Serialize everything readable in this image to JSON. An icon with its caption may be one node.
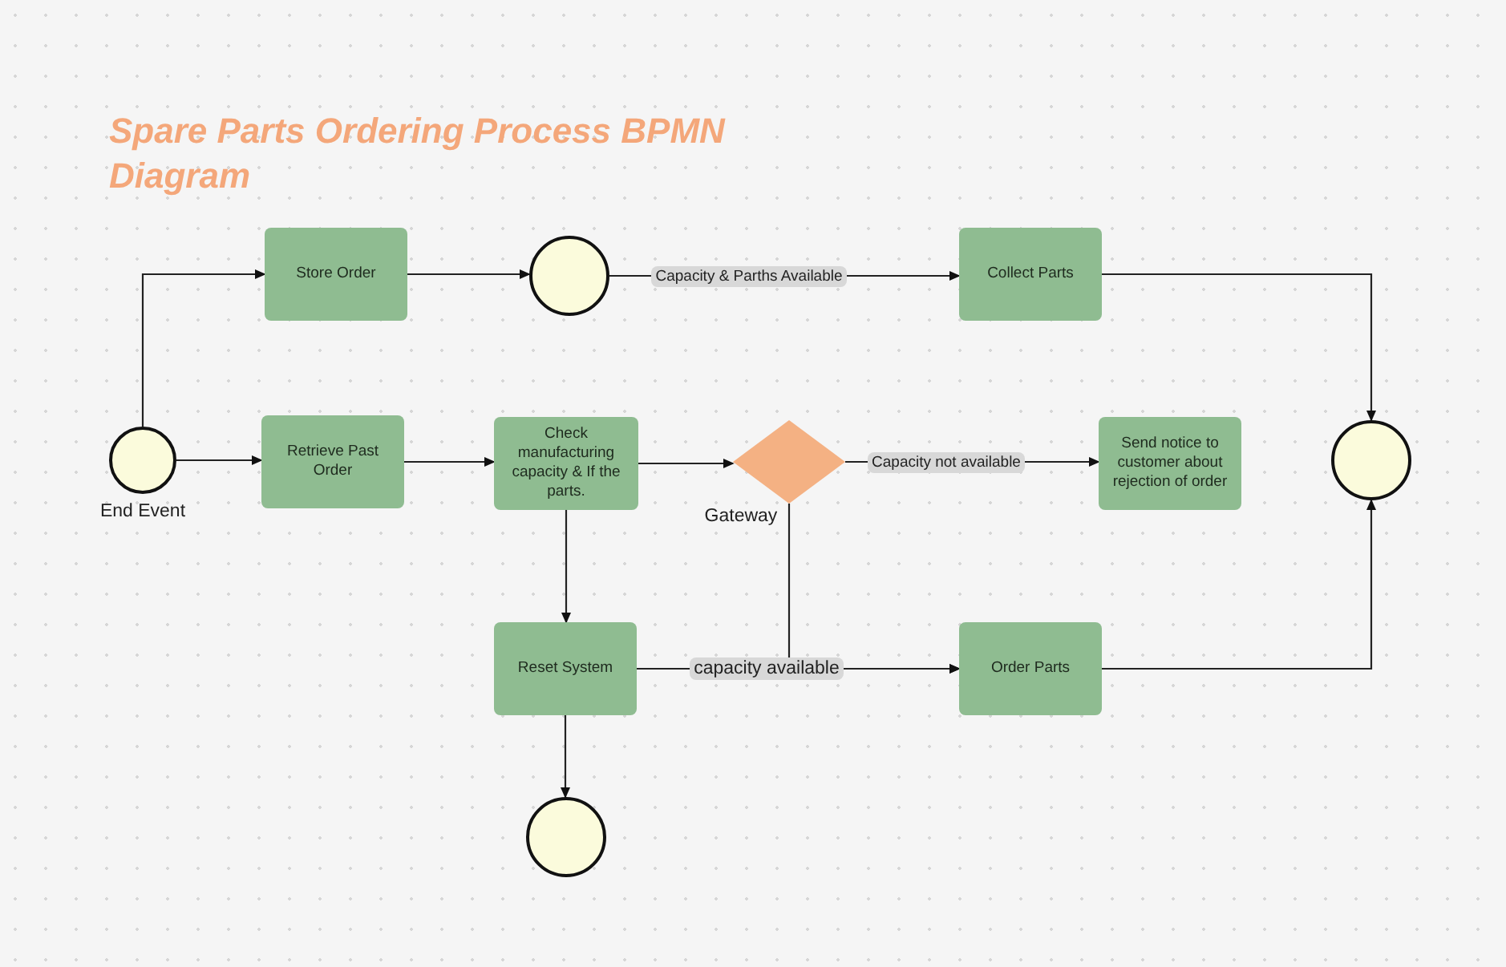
{
  "diagram": {
    "title": "Spare Parts Ordering Process BPMN Diagram",
    "nodes": [
      {
        "text": [],
        "shape": "circle",
        "beside": [
          "End Event"
        ]
      },
      {
        "text": [
          "Store Order"
        ]
      },
      {
        "text": [],
        "shape": "circle"
      },
      {
        "text": [
          "Collect Parts"
        ]
      },
      {
        "text": [
          "Retrieve Past Order"
        ]
      },
      {
        "text": [
          "Check manufacturing capacity & If the parts."
        ]
      },
      {
        "text": [],
        "shape": "diamond",
        "beside": [
          "Gateway"
        ]
      },
      {
        "text": [
          "Send notice to customer about rejection of order"
        ]
      },
      {
        "text": [],
        "shape": "circle"
      },
      {
        "text": [
          "Reset System"
        ]
      },
      {
        "text": [
          "Order Parts"
        ]
      },
      {
        "text": [],
        "shape": "circle"
      }
    ],
    "edges": [
      {
        "from": 0,
        "to": 1,
        "arrow": "to"
      },
      {
        "from": 1,
        "to": 2,
        "arrow": "to"
      },
      {
        "from": 2,
        "to": 3,
        "label": "Capacity & Parths Available",
        "arrow": "to"
      },
      {
        "from": 3,
        "to": 8,
        "arrow": "to"
      },
      {
        "from": 0,
        "to": 4,
        "arrow": "to"
      },
      {
        "from": 4,
        "to": 5,
        "arrow": "to"
      },
      {
        "from": 5,
        "to": 6,
        "arrow": "to"
      },
      {
        "from": 6,
        "to": 7,
        "label": "Capacity not available",
        "arrow": "to"
      },
      {
        "from": 5,
        "to": 9,
        "arrow": "to"
      },
      {
        "from": 9,
        "to": 10,
        "label": "capacity available",
        "arrow": "to"
      },
      {
        "from": 6,
        "to": 10,
        "arrow": "to"
      },
      {
        "from": 10,
        "to": 8,
        "arrow": "to"
      },
      {
        "from": 9,
        "to": 11,
        "arrow": "to"
      }
    ]
  }
}
